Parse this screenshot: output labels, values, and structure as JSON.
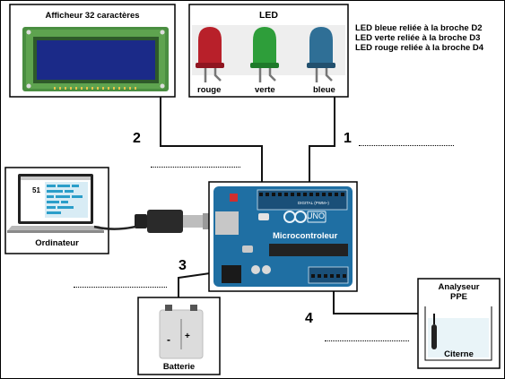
{
  "lcd": {
    "title": "Afficheur 32 caractères"
  },
  "led_panel": {
    "title": "LED",
    "leds": [
      {
        "label": "rouge",
        "color": "#b8202a"
      },
      {
        "label": "verte",
        "color": "#2e9e3a"
      },
      {
        "label": "bleue",
        "color": "#2f6f96"
      }
    ],
    "notes": [
      "LED bleue reliée à la broche D2",
      "LED verte reliée à la broche D3",
      "LED rouge reliée à la broche D4"
    ]
  },
  "computer": {
    "label": "Ordinateur",
    "screen_value": "51"
  },
  "arduino": {
    "label": "Microcontroleur",
    "brand": "UNO",
    "digital_header": "DIGITAL (PWM~)"
  },
  "battery": {
    "label": "Batterie",
    "minus": "-",
    "plus": "+"
  },
  "analyzer": {
    "title_line1": "Analyseur",
    "title_line2": "PPE",
    "tank_label": "Citerne"
  },
  "connections": {
    "n1": "1",
    "n2": "2",
    "n3": "3",
    "n4": "4"
  },
  "colors": {
    "board": "#1f6fa3",
    "lcd_screen": "#1b2a88",
    "lcd_frame": "#3e7d3a",
    "wire": "#111111"
  }
}
